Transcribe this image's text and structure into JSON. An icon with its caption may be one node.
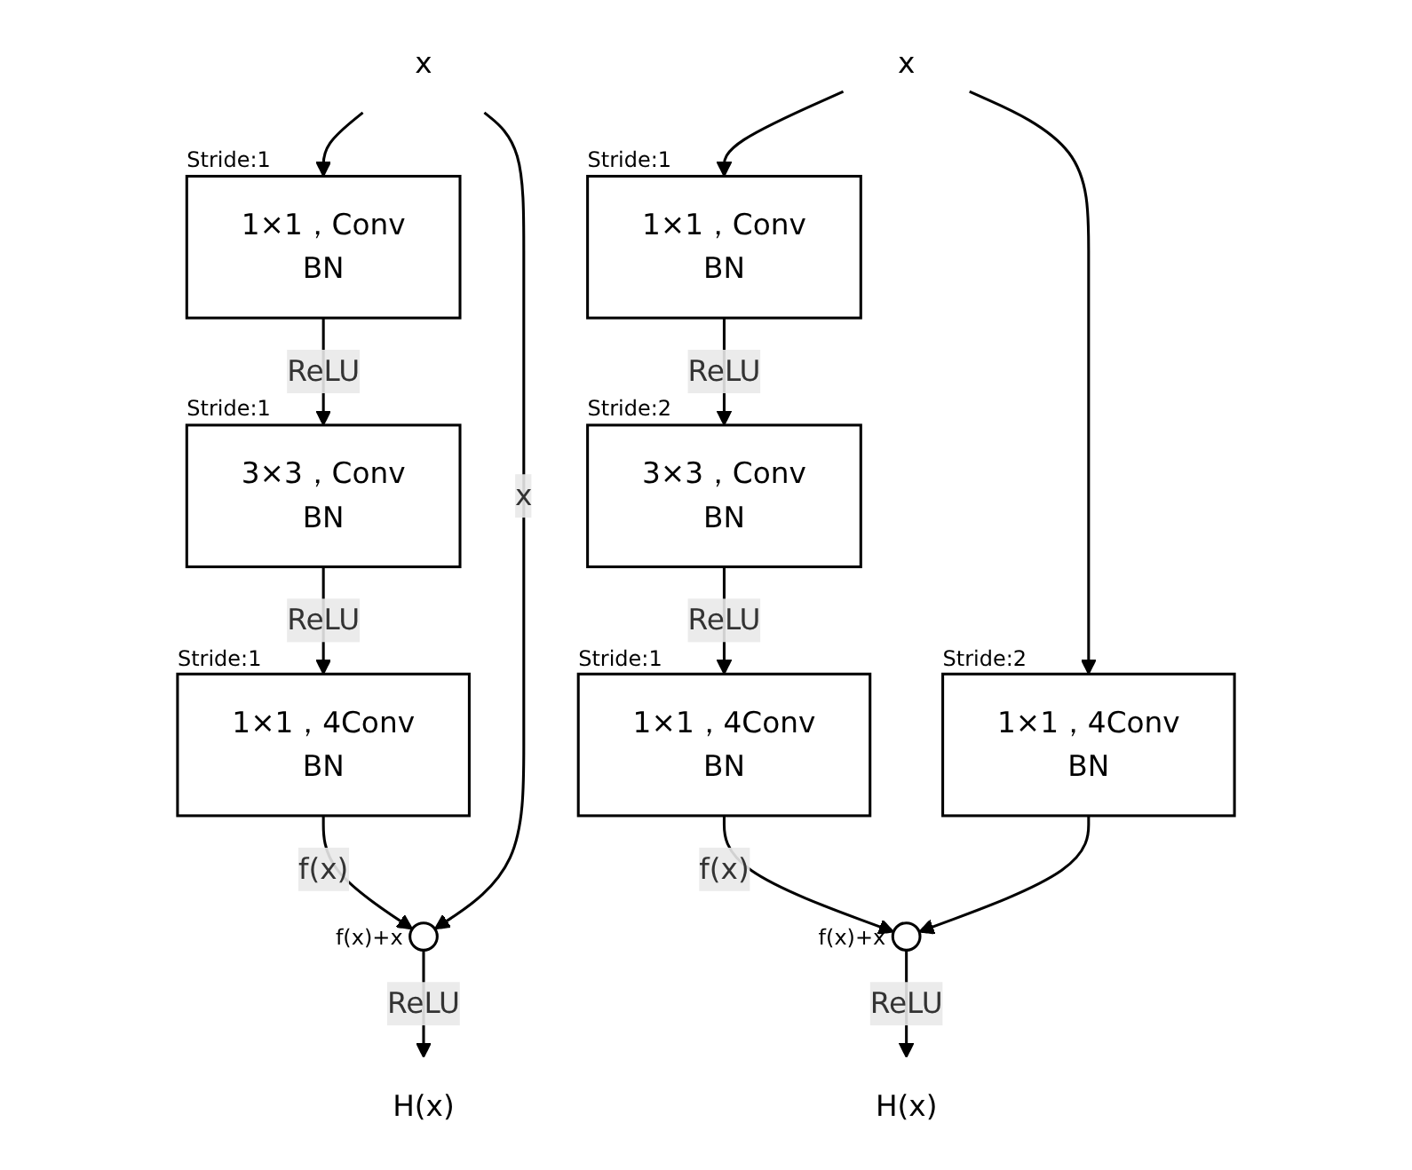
{
  "diagram": {
    "nodes": [
      {
        "text": [
          "x"
        ]
      },
      {
        "text": [
          "1×1，Conv",
          "BN"
        ],
        "beside": [
          "Stride:1"
        ]
      },
      {
        "text": [
          "3×3，Conv",
          "BN"
        ],
        "beside": [
          "Stride:1"
        ]
      },
      {
        "text": [
          "1×1，4Conv",
          "BN"
        ],
        "beside": [
          "Stride:1"
        ]
      },
      {
        "text": [],
        "shape": "circle",
        "beside": [
          "f(x)+x"
        ]
      },
      {
        "text": [
          "H(x)"
        ]
      },
      {
        "text": [
          "x"
        ]
      },
      {
        "text": [
          "1×1，Conv",
          "BN"
        ],
        "beside": [
          "Stride:1"
        ]
      },
      {
        "text": [
          "3×3，Conv",
          "BN"
        ],
        "beside": [
          "Stride:2"
        ]
      },
      {
        "text": [
          "1×1，4Conv",
          "BN"
        ],
        "beside": [
          "Stride:2"
        ]
      },
      {
        "text": [
          "1×1，4Conv",
          "BN"
        ],
        "beside": [
          "Stride:1"
        ]
      },
      {
        "text": [],
        "shape": "circle",
        "beside": [
          "f(x)+x"
        ]
      },
      {
        "text": [
          "H(x)"
        ]
      }
    ],
    "edges": [
      {
        "from": 0,
        "to": 1,
        "arrow": "to"
      },
      {
        "from": 1,
        "to": 2,
        "arrow": "to",
        "label": "ReLU"
      },
      {
        "from": 2,
        "to": 3,
        "arrow": "to",
        "label": "ReLU"
      },
      {
        "from": 3,
        "to": 4,
        "arrow": "to",
        "label": "f(x)"
      },
      {
        "from": 0,
        "to": 4,
        "arrow": "to",
        "label": "x"
      },
      {
        "from": 4,
        "to": 5,
        "arrow": "to",
        "label": "ReLU"
      },
      {
        "from": 6,
        "to": 7,
        "arrow": "to"
      },
      {
        "from": 7,
        "to": 8,
        "arrow": "to",
        "label": "ReLU"
      },
      {
        "from": 6,
        "to": 9,
        "arrow": "to"
      },
      {
        "from": 8,
        "to": 10,
        "arrow": "to",
        "label": "ReLU"
      },
      {
        "from": 10,
        "to": 11,
        "arrow": "to",
        "label": "f(x)"
      },
      {
        "from": 9,
        "to": 11,
        "arrow": "to"
      },
      {
        "from": 11,
        "to": 12,
        "arrow": "to",
        "label": "ReLU"
      }
    ]
  }
}
